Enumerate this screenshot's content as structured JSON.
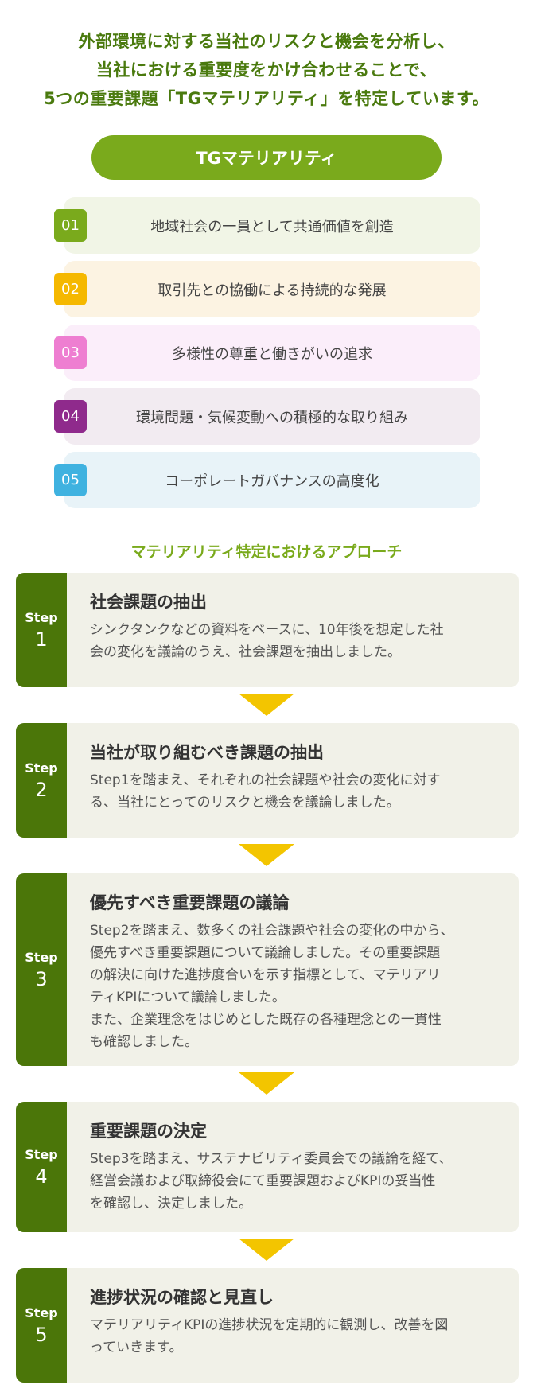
{
  "intro": {
    "line1": "外部環境に対する当社のリスクと機会を分析し、",
    "line2": "当社における重要度をかけ合わせることで、",
    "line3": "5つの重要課題「TGマテリアリティ」を特定しています。"
  },
  "pill_label": "TGマテリアリティ",
  "materialities": [
    {
      "num": "01",
      "label": "地域社会の一員として共通価値を創造",
      "num_color": "#7aaa1c",
      "bg_color": "#f1f5e6"
    },
    {
      "num": "02",
      "label": "取引先との協働による持続的な発展",
      "num_color": "#f5b800",
      "bg_color": "#fcf3e2"
    },
    {
      "num": "03",
      "label": "多様性の尊重と働きがいの追求",
      "num_color": "#ee7ed1",
      "bg_color": "#fbeefa"
    },
    {
      "num": "04",
      "label": "環境問題・気候変動への積極的な取り組み",
      "num_color": "#8f2a8c",
      "bg_color": "#f2ebf1"
    },
    {
      "num": "05",
      "label": "コーポレートガバナンスの高度化",
      "num_color": "#3fb2e0",
      "bg_color": "#e8f3f8"
    }
  ],
  "approach_title": "マテリアリティ特定におけるアプローチ",
  "steps": [
    {
      "label": "Step",
      "num": "1",
      "heading": "社会課題の抽出",
      "lines": [
        "シンクタンクなどの資料をベースに、10年後を想定した社",
        "会の変化を議論のうえ、社会課題を抽出しました。"
      ]
    },
    {
      "label": "Step",
      "num": "2",
      "heading": "当社が取り組むべき課題の抽出",
      "lines": [
        "Step1を踏まえ、それぞれの社会課題や社会の変化に対す",
        "る、当社にとってのリスクと機会を議論しました。"
      ]
    },
    {
      "label": "Step",
      "num": "3",
      "heading": "優先すべき重要課題の議論",
      "lines": [
        "Step2を踏まえ、数多くの社会課題や社会の変化の中から、",
        "優先すべき重要課題について議論しました。その重要課題",
        "の解決に向けた進捗度合いを示す指標として、マテリアリ",
        "ティKPIについて議論しました。",
        "また、企業理念をはじめとした既存の各種理念との一貫性",
        "も確認しました。"
      ]
    },
    {
      "label": "Step",
      "num": "4",
      "heading": "重要課題の決定",
      "lines": [
        "Step3を踏まえ、サステナビリティ委員会での議論を経て、",
        "経営会議および取締役会にて重要課題およびKPIの妥当性",
        "を確認し、決定しました。"
      ]
    },
    {
      "label": "Step",
      "num": "5",
      "heading": "進捗状況の確認と見直し",
      "lines": [
        "マテリアリティKPIの進捗状況を定期的に観測し、改善を図",
        "っていきます。"
      ]
    }
  ],
  "colors": {
    "accent_green": "#7aaa1c",
    "dark_green": "#4b7609",
    "arrow_yellow": "#f3c500"
  }
}
